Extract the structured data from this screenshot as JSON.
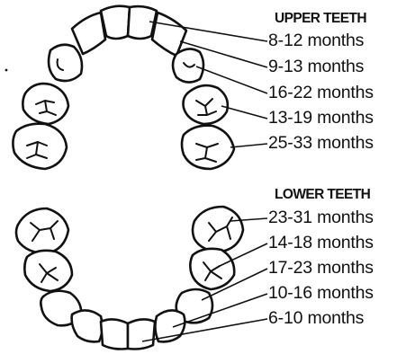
{
  "upper": {
    "heading": "UPPER TEETH",
    "labels": [
      "8-12 months",
      "9-13 months",
      "16-22 months",
      "13-19 months",
      "25-33 months"
    ]
  },
  "lower": {
    "heading": "LOWER TEETH",
    "labels": [
      "23-31 months",
      "14-18 months",
      "17-23 months",
      "10-16 months",
      "6-10 months"
    ]
  }
}
